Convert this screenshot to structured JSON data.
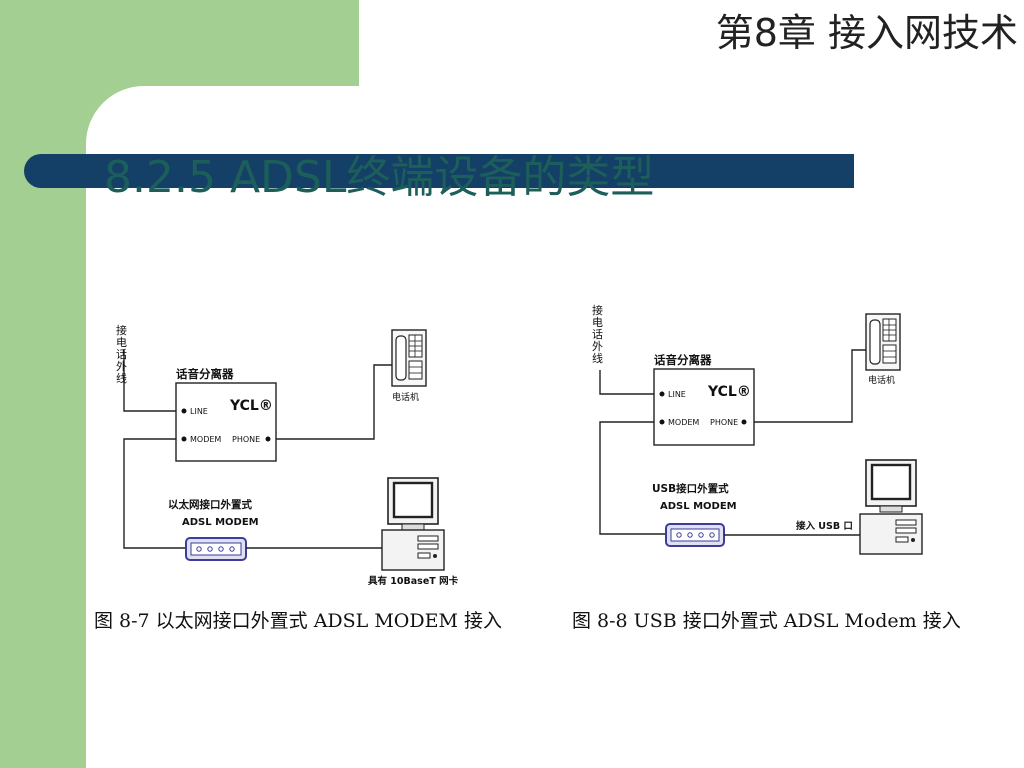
{
  "header": {
    "chapter": "第8章 接入网技术",
    "section": "8.2.5  ADSL终端设备的类型"
  },
  "fig7": {
    "line_label": "接电话外线",
    "splitter_label": "话音分离器",
    "brand": "YCL®",
    "port_line": "LINE",
    "port_modem": "MODEM",
    "port_phone": "PHONE",
    "phone_label": "电话机",
    "modem_label1": "以太网接口外置式",
    "modem_label2": "ADSL MODEM",
    "pc_label": "具有 10BaseT 网卡",
    "caption": "图 8-7   以太网接口外置式 ADSL MODEM  接入"
  },
  "fig8": {
    "line_label": "接电话外线",
    "splitter_label": "话音分离器",
    "brand": "YCL®",
    "port_line": "LINE",
    "port_modem": "MODEM",
    "port_phone": "PHONE",
    "phone_label": "电话机",
    "modem_label1": "USB接口外置式",
    "modem_label2": "ADSL MODEM",
    "usb_label": "接入 USB 口",
    "caption": "图 8-8    USB 接口外置式 ADSL Modem 接入"
  },
  "colors": {
    "green": "#a4cf93",
    "bar": "#143f66",
    "title": "#1c5e5a",
    "modem": "#3c3c9c"
  }
}
